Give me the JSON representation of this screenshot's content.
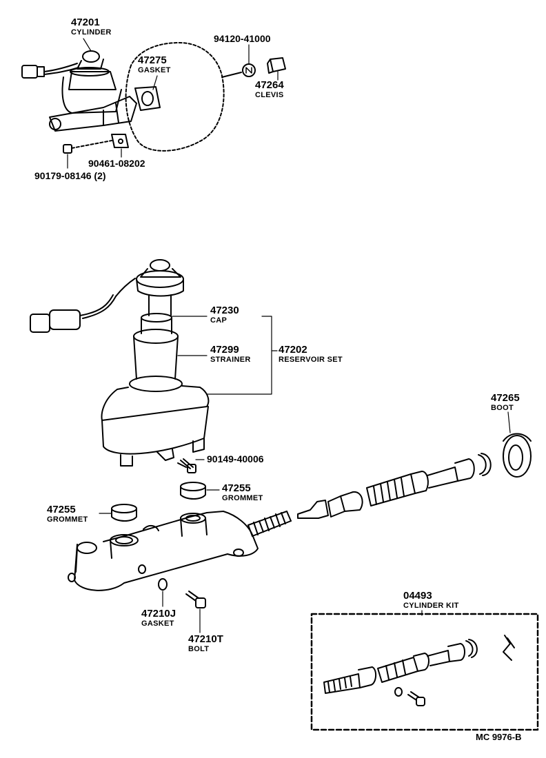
{
  "labels": {
    "cylinder_pn": "47201",
    "cylinder_name": "CYLINDER",
    "gasket_top_pn": "47275",
    "gasket_top_name": "GASKET",
    "nut_pn": "94120-41000",
    "clevis_pn": "47264",
    "clevis_name": "CLEVIS",
    "bracket_pn": "90461-08202",
    "washer_pn": "90179-08146 (2)",
    "cap_pn": "47230",
    "cap_name": "CAP",
    "strainer_pn": "47299",
    "strainer_name": "STRAINER",
    "reservoir_pn": "47202",
    "reservoir_name": "RESERVOIR SET",
    "screw_pn": "90149-40006",
    "grommet_right_pn": "47255",
    "grommet_right_name": "GROMMET",
    "grommet_left_pn": "47255",
    "grommet_left_name": "GROMMET",
    "boot_pn": "47265",
    "boot_name": "BOOT",
    "gasket_bottom_pn": "47210J",
    "gasket_bottom_name": "GASKET",
    "bolt_pn": "47210T",
    "bolt_name": "BOLT",
    "kit_pn": "04493",
    "kit_name": "CYLINDER KIT",
    "figure_code": "MC  9976-B"
  },
  "colors": {
    "line": "#000000",
    "background": "#ffffff"
  }
}
